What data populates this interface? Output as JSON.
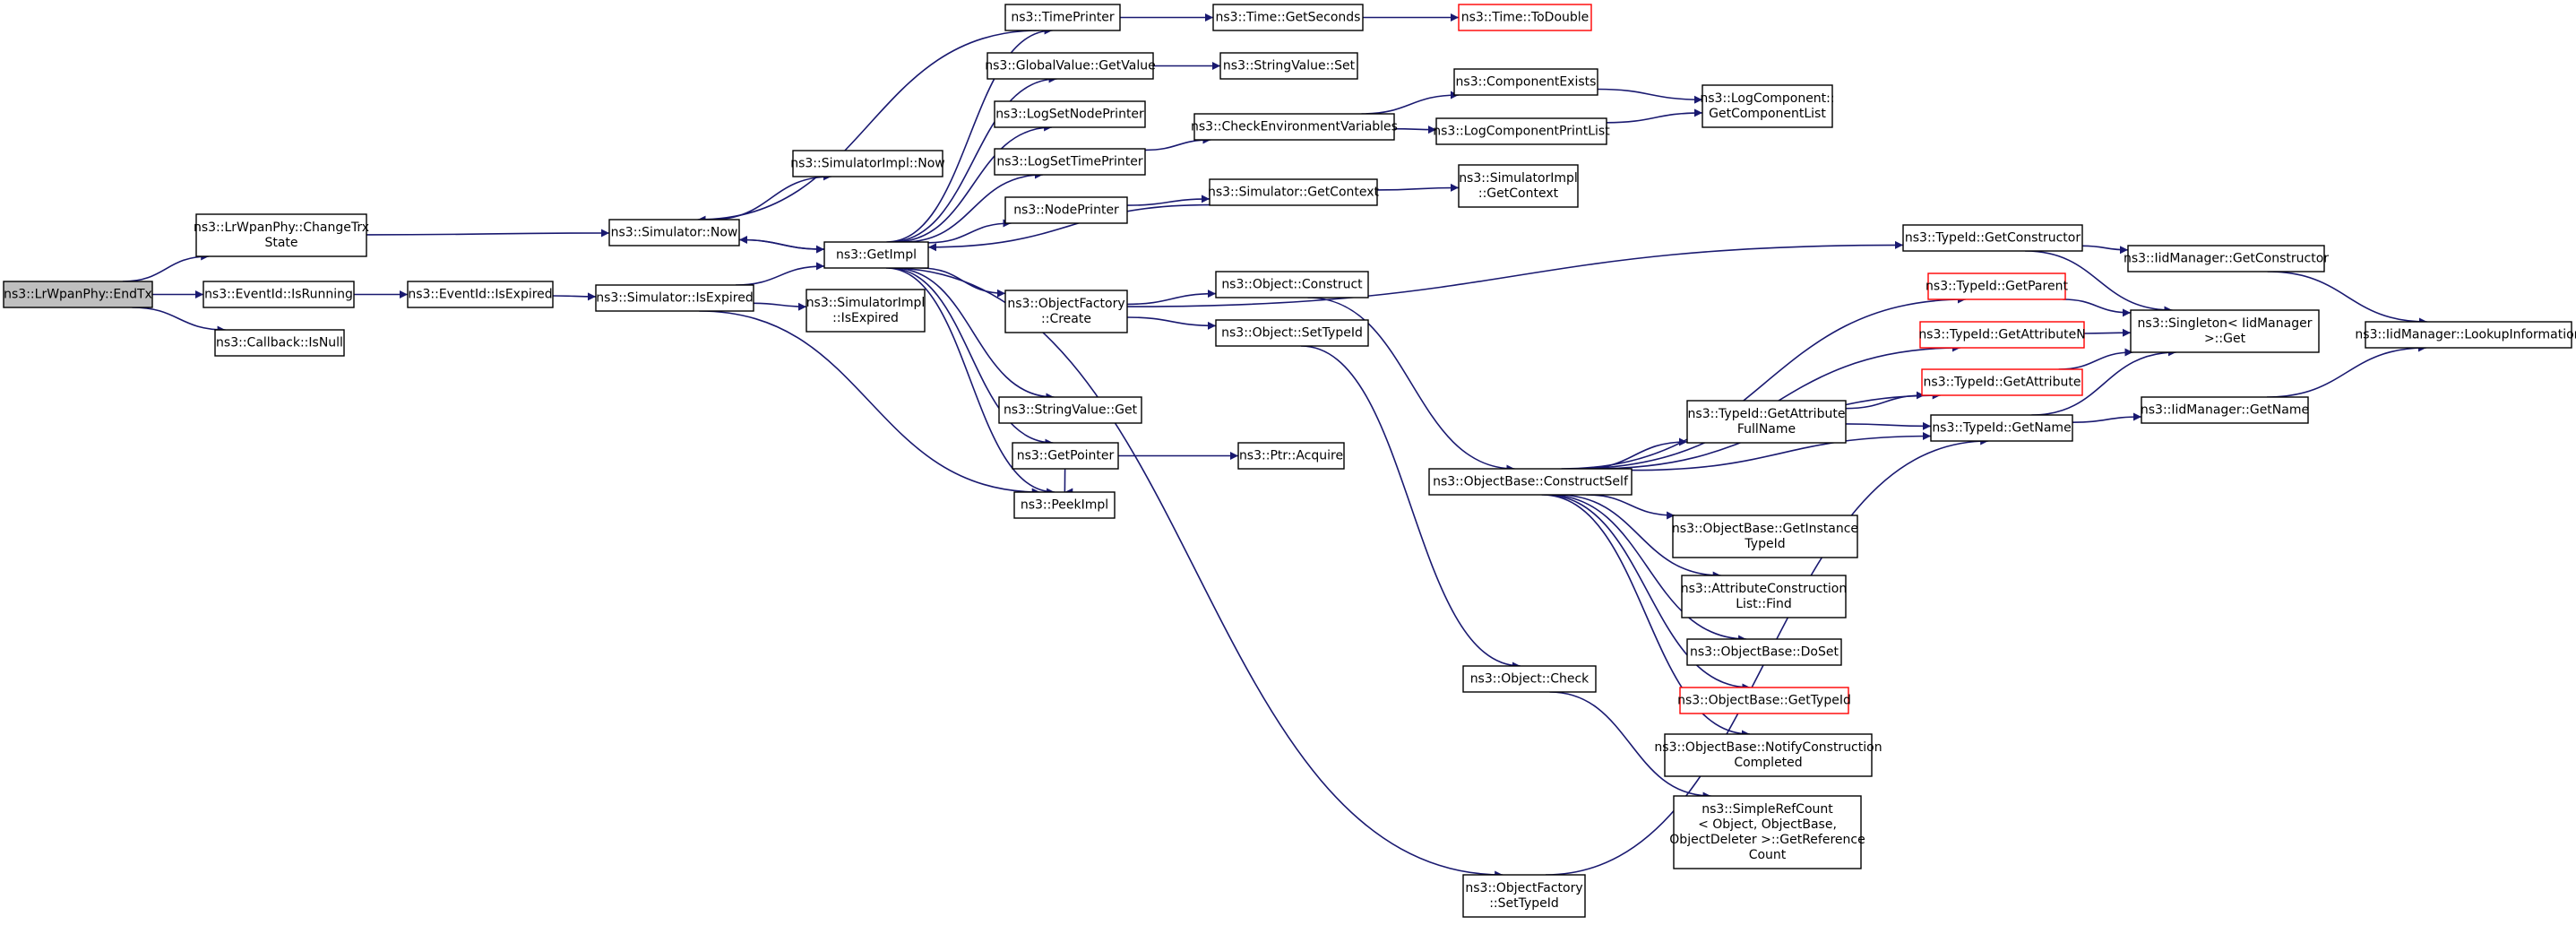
{
  "graph": {
    "nodes": [
      {
        "id": "endtx",
        "lines": [
          "ns3::LrWpanPhy::EndTx"
        ],
        "style": "root"
      },
      {
        "id": "changetrx",
        "lines": [
          "ns3::LrWpanPhy::ChangeTrx",
          "State"
        ],
        "style": "normal"
      },
      {
        "id": "isrunning",
        "lines": [
          "ns3::EventId::IsRunning"
        ],
        "style": "normal"
      },
      {
        "id": "isnull",
        "lines": [
          "ns3::Callback::IsNull"
        ],
        "style": "normal"
      },
      {
        "id": "eid_isexpired",
        "lines": [
          "ns3::EventId::IsExpired"
        ],
        "style": "normal"
      },
      {
        "id": "sim_now",
        "lines": [
          "ns3::Simulator::Now"
        ],
        "style": "normal"
      },
      {
        "id": "simimpl_now",
        "lines": [
          "ns3::SimulatorImpl::Now"
        ],
        "style": "normal"
      },
      {
        "id": "sim_isexpired",
        "lines": [
          "ns3::Simulator::IsExpired"
        ],
        "style": "normal"
      },
      {
        "id": "simimpl_isexpired",
        "lines": [
          "ns3::SimulatorImpl",
          "::IsExpired"
        ],
        "style": "normal"
      },
      {
        "id": "getimpl",
        "lines": [
          "ns3::GetImpl"
        ],
        "style": "normal"
      },
      {
        "id": "timeprinter",
        "lines": [
          "ns3::TimePrinter"
        ],
        "style": "normal"
      },
      {
        "id": "gv_getvalue",
        "lines": [
          "ns3::GlobalValue::GetValue"
        ],
        "style": "normal"
      },
      {
        "id": "logsetnodeprinter",
        "lines": [
          "ns3::LogSetNodePrinter"
        ],
        "style": "normal"
      },
      {
        "id": "logsettimeprinter",
        "lines": [
          "ns3::LogSetTimePrinter"
        ],
        "style": "normal"
      },
      {
        "id": "nodeprinter",
        "lines": [
          "ns3::NodePrinter"
        ],
        "style": "normal"
      },
      {
        "id": "of_create",
        "lines": [
          "ns3::ObjectFactory",
          "::Create"
        ],
        "style": "normal"
      },
      {
        "id": "sv_get",
        "lines": [
          "ns3::StringValue::Get"
        ],
        "style": "normal"
      },
      {
        "id": "getpointer",
        "lines": [
          "ns3::GetPointer"
        ],
        "style": "normal"
      },
      {
        "id": "peekimpl",
        "lines": [
          "ns3::PeekImpl"
        ],
        "style": "normal"
      },
      {
        "id": "time_getseconds",
        "lines": [
          "ns3::Time::GetSeconds"
        ],
        "style": "normal"
      },
      {
        "id": "time_todouble",
        "lines": [
          "ns3::Time::ToDouble"
        ],
        "style": "red"
      },
      {
        "id": "sv_set",
        "lines": [
          "ns3::StringValue::Set"
        ],
        "style": "normal"
      },
      {
        "id": "checkenv",
        "lines": [
          "ns3::CheckEnvironmentVariables"
        ],
        "style": "normal"
      },
      {
        "id": "sim_getcontext",
        "lines": [
          "ns3::Simulator::GetContext"
        ],
        "style": "normal"
      },
      {
        "id": "obj_construct",
        "lines": [
          "ns3::Object::Construct"
        ],
        "style": "normal"
      },
      {
        "id": "obj_settypeid",
        "lines": [
          "ns3::Object::SetTypeId"
        ],
        "style": "normal"
      },
      {
        "id": "ptr_acquire",
        "lines": [
          "ns3::Ptr::Acquire"
        ],
        "style": "normal"
      },
      {
        "id": "compexists",
        "lines": [
          "ns3::ComponentExists"
        ],
        "style": "normal"
      },
      {
        "id": "logcompprintlist",
        "lines": [
          "ns3::LogComponentPrintList"
        ],
        "style": "normal"
      },
      {
        "id": "simimpl_getcontext",
        "lines": [
          "ns3::SimulatorImpl",
          "::GetContext"
        ],
        "style": "normal"
      },
      {
        "id": "logcomp_getlist",
        "lines": [
          "ns3::LogComponent::",
          "GetComponentList"
        ],
        "style": "normal"
      },
      {
        "id": "ob_constructself",
        "lines": [
          "ns3::ObjectBase::ConstructSelf"
        ],
        "style": "normal"
      },
      {
        "id": "obj_check",
        "lines": [
          "ns3::Object::Check"
        ],
        "style": "normal"
      },
      {
        "id": "of_settypeid",
        "lines": [
          "ns3::ObjectFactory",
          "::SetTypeId"
        ],
        "style": "normal"
      },
      {
        "id": "tid_getconstructor",
        "lines": [
          "ns3::TypeId::GetConstructor"
        ],
        "style": "normal"
      },
      {
        "id": "tid_getparent",
        "lines": [
          "ns3::TypeId::GetParent"
        ],
        "style": "red"
      },
      {
        "id": "tid_getattributen",
        "lines": [
          "ns3::TypeId::GetAttributeN"
        ],
        "style": "red"
      },
      {
        "id": "tid_getattribute",
        "lines": [
          "ns3::TypeId::GetAttribute"
        ],
        "style": "red"
      },
      {
        "id": "tid_getattrfullname",
        "lines": [
          "ns3::TypeId::GetAttribute",
          "FullName"
        ],
        "style": "normal"
      },
      {
        "id": "tid_getname",
        "lines": [
          "ns3::TypeId::GetName"
        ],
        "style": "normal"
      },
      {
        "id": "ob_getinstancetid",
        "lines": [
          "ns3::ObjectBase::GetInstance",
          "TypeId"
        ],
        "style": "normal"
      },
      {
        "id": "attrconslist_find",
        "lines": [
          "ns3::AttributeConstruction",
          "List::Find"
        ],
        "style": "normal"
      },
      {
        "id": "ob_doset",
        "lines": [
          "ns3::ObjectBase::DoSet"
        ],
        "style": "normal"
      },
      {
        "id": "ob_gettypeid",
        "lines": [
          "ns3::ObjectBase::GetTypeId"
        ],
        "style": "red"
      },
      {
        "id": "ob_notifyconst",
        "lines": [
          "ns3::ObjectBase::NotifyConstruction",
          "Completed"
        ],
        "style": "normal"
      },
      {
        "id": "simplerefcount",
        "lines": [
          "ns3::SimpleRefCount",
          "< Object, ObjectBase,",
          "ObjectDeleter >::GetReference",
          "Count"
        ],
        "style": "normal"
      },
      {
        "id": "iidm_getconstructor",
        "lines": [
          "ns3::IidManager::GetConstructor"
        ],
        "style": "normal"
      },
      {
        "id": "singleton_get",
        "lines": [
          "ns3::Singleton< IidManager",
          " >::Get"
        ],
        "style": "normal"
      },
      {
        "id": "iidm_getname",
        "lines": [
          "ns3::IidManager::GetName"
        ],
        "style": "normal"
      },
      {
        "id": "iidm_lookupinfo",
        "lines": [
          "ns3::IidManager::LookupInformation"
        ],
        "style": "normal"
      }
    ],
    "edges": [
      [
        "endtx",
        "changetrx"
      ],
      [
        "endtx",
        "isrunning"
      ],
      [
        "endtx",
        "isnull"
      ],
      [
        "changetrx",
        "sim_now"
      ],
      [
        "isrunning",
        "eid_isexpired"
      ],
      [
        "eid_isexpired",
        "sim_isexpired"
      ],
      [
        "sim_now",
        "simimpl_now"
      ],
      [
        "sim_now",
        "getimpl"
      ],
      [
        "sim_isexpired",
        "getimpl"
      ],
      [
        "sim_isexpired",
        "simimpl_isexpired"
      ],
      [
        "sim_isexpired",
        "peekimpl"
      ],
      [
        "getimpl",
        "timeprinter"
      ],
      [
        "getimpl",
        "gv_getvalue"
      ],
      [
        "getimpl",
        "logsetnodeprinter"
      ],
      [
        "getimpl",
        "logsettimeprinter"
      ],
      [
        "getimpl",
        "nodeprinter"
      ],
      [
        "getimpl",
        "of_create"
      ],
      [
        "getimpl",
        "sv_get"
      ],
      [
        "getimpl",
        "getpointer"
      ],
      [
        "getimpl",
        "peekimpl"
      ],
      [
        "getimpl",
        "of_settypeid"
      ],
      [
        "getimpl",
        "sim_now"
      ],
      [
        "timeprinter",
        "time_getseconds"
      ],
      [
        "timeprinter",
        "sim_now"
      ],
      [
        "time_getseconds",
        "time_todouble"
      ],
      [
        "gv_getvalue",
        "sv_set"
      ],
      [
        "logsettimeprinter",
        "checkenv"
      ],
      [
        "nodeprinter",
        "sim_getcontext"
      ],
      [
        "sim_getcontext",
        "simimpl_getcontext"
      ],
      [
        "sim_getcontext",
        "getimpl"
      ],
      [
        "checkenv",
        "compexists"
      ],
      [
        "checkenv",
        "logcompprintlist"
      ],
      [
        "compexists",
        "logcomp_getlist"
      ],
      [
        "logcompprintlist",
        "logcomp_getlist"
      ],
      [
        "of_create",
        "obj_construct"
      ],
      [
        "of_create",
        "obj_settypeid"
      ],
      [
        "of_create",
        "tid_getconstructor"
      ],
      [
        "getpointer",
        "ptr_acquire"
      ],
      [
        "getpointer",
        "peekimpl"
      ],
      [
        "obj_construct",
        "ob_constructself"
      ],
      [
        "obj_settypeid",
        "obj_check"
      ],
      [
        "ob_constructself",
        "tid_getparent"
      ],
      [
        "ob_constructself",
        "tid_getattributen"
      ],
      [
        "ob_constructself",
        "tid_getattribute"
      ],
      [
        "ob_constructself",
        "tid_getattrfullname"
      ],
      [
        "ob_constructself",
        "tid_getname"
      ],
      [
        "ob_constructself",
        "ob_getinstancetid"
      ],
      [
        "ob_constructself",
        "attrconslist_find"
      ],
      [
        "ob_constructself",
        "ob_doset"
      ],
      [
        "ob_constructself",
        "ob_gettypeid"
      ],
      [
        "ob_constructself",
        "ob_notifyconst"
      ],
      [
        "obj_check",
        "simplerefcount"
      ],
      [
        "of_settypeid",
        "tid_getname"
      ],
      [
        "tid_getconstructor",
        "iidm_getconstructor"
      ],
      [
        "tid_getconstructor",
        "singleton_get"
      ],
      [
        "tid_getparent",
        "singleton_get"
      ],
      [
        "tid_getattributen",
        "singleton_get"
      ],
      [
        "tid_getattribute",
        "singleton_get"
      ],
      [
        "tid_getattrfullname",
        "tid_getattribute"
      ],
      [
        "tid_getattrfullname",
        "tid_getname"
      ],
      [
        "tid_getname",
        "singleton_get"
      ],
      [
        "tid_getname",
        "iidm_getname"
      ],
      [
        "iidm_getconstructor",
        "iidm_lookupinfo"
      ],
      [
        "iidm_getname",
        "iidm_lookupinfo"
      ]
    ]
  },
  "colors": {
    "edge": "#191970",
    "node_border": "#000000",
    "red_border": "#ff0000",
    "root_fill": "#bfbfbf",
    "node_fill": "#ffffff"
  }
}
